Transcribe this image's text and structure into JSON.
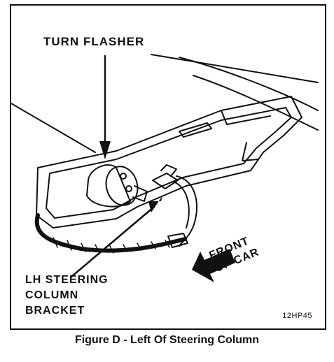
{
  "labels": {
    "turn_flasher": "TURN FLASHER",
    "bracket": "LH STEERING\nCOLUMN\nBRACKET",
    "front": "FRONT\nOF CAR",
    "code": "12HP45"
  },
  "caption": "Figure D - Left Of Steering Column",
  "colors": {
    "ink": "#111111",
    "paper": "#ffffff"
  }
}
